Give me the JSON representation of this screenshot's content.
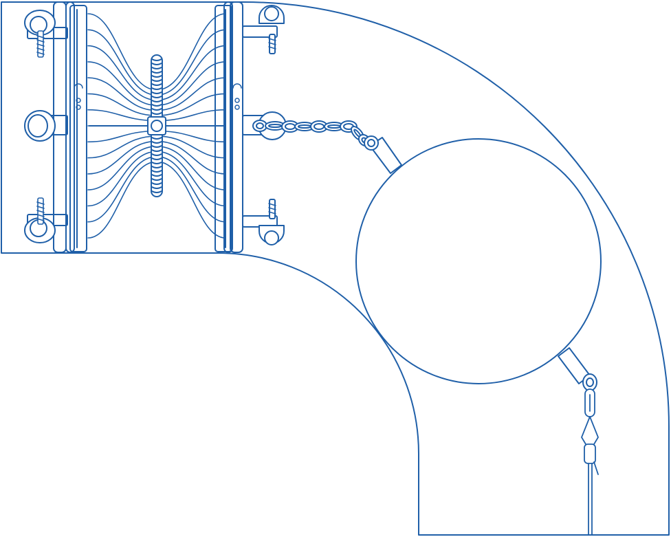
{
  "diagram": {
    "stroke_color": "#1f5fa8",
    "background": "#ffffff",
    "parts": {
      "bend_pipe": "curved-duct",
      "inspection_pig": "sphere",
      "clamp_assembly": "mesh-clamp",
      "chain": "tether-chain",
      "cable": "tow-cable"
    }
  }
}
